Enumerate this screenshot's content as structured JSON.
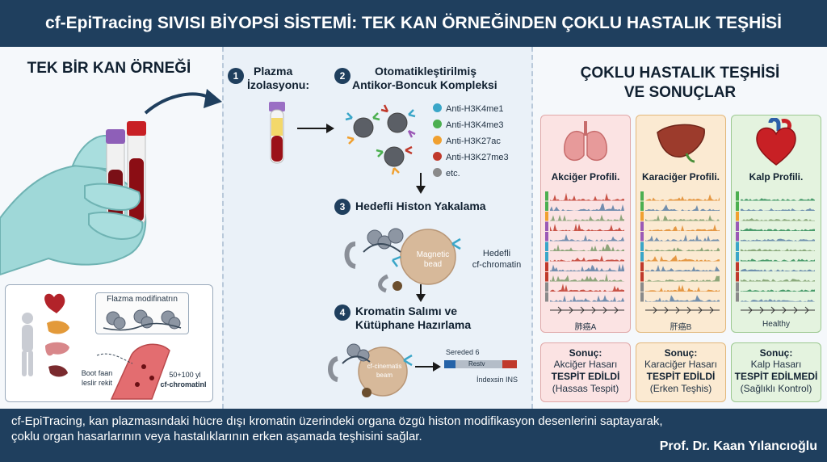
{
  "header": {
    "title": "cf-EpiTracing SIVISI BİYOPSİ SİSTEMİ: TEK KAN ÖRNEĞİNDEN ÇOKLU HASTALIK TEŞHİSİ"
  },
  "left": {
    "heading": "TEK BİR KAN ÖRNEĞİ",
    "inset": {
      "box_label": "Flazma modifinatrın",
      "left_caption": "Boot faan leslir rekit",
      "right_caption_1": "50+100 yl",
      "right_caption_2": "cf-chromatinl"
    }
  },
  "middle": {
    "step1": {
      "num": "1",
      "title_1": "Plazma",
      "title_2": "İzolasyonu:"
    },
    "step2": {
      "num": "2",
      "title_1": "Otomatikleştirilmiş",
      "title_2": "Antikor-Boncuk Kompleksi",
      "legend": [
        {
          "label": "Anti-H3K4me1",
          "color": "#3aa6c8"
        },
        {
          "label": "Anti-H3K4me3",
          "color": "#4caf50"
        },
        {
          "label": "Anti-H3K27ac",
          "color": "#f0a030"
        },
        {
          "label": "Anti-H3K27me3",
          "color": "#c0392b"
        },
        {
          "label": "etc.",
          "color": "#8a8a8a"
        }
      ]
    },
    "step3": {
      "num": "3",
      "title": "Hedefli Histon Yakalama",
      "bead_1": "Magnetic",
      "bead_2": "bead",
      "target_1": "Hedefli",
      "target_2": "cf-chromatin"
    },
    "step4": {
      "num": "4",
      "title_1": "Kromatin Salımı ve",
      "title_2": "Kütüphane Hazırlama",
      "bead_1": "cf-cinematis",
      "bead_2": "beam",
      "seq_top": "Sereded 6",
      "seq_mid": "Restv",
      "seq_bottom": "İndexsin INS"
    }
  },
  "right": {
    "heading_1": "ÇOKLU HASTALIK TEŞHİSİ",
    "heading_2": "VE SONUÇLAR",
    "profiles": [
      {
        "name": "Akciğer Profili.",
        "track_label": "肺癌A",
        "card_color": "#fbe3e3",
        "border_color": "#e0a8a8",
        "result": {
          "title": "Sonuç:",
          "line1": "Akciğer Hasarı",
          "line2": "TESPİT EDİLDİ",
          "line3": "(Hassas Tespit)"
        }
      },
      {
        "name": "Karaciğer Profili.",
        "track_label": "肝癌B",
        "card_color": "#fbead2",
        "border_color": "#e2b77a",
        "result": {
          "title": "Sonuç:",
          "line1": "Karaciğer Hasarı",
          "line2": "TESPİT EDİLDİ",
          "line3": "(Erken Teşhis)"
        }
      },
      {
        "name": "Kalp Profili.",
        "track_label": "Healthy",
        "card_color": "#e4f3df",
        "border_color": "#9cc890",
        "result": {
          "title": "Sonuç:",
          "line1": "Kalp Hasarı",
          "line2": "TESPİT EDİLMEDİ",
          "line3": "(Sağlıklı Kontrol)"
        }
      }
    ]
  },
  "footer": {
    "line1": "cf-EpiTracing, kan plazmasındaki hücre dışı kromatin üzerindeki organa özgü histon modifikasyon desenlerini saptayarak,",
    "line2": "çoklu organ hasarlarının veya hastalıklarının erken aşamada teşhisini sağlar.",
    "author": "Prof. Dr. Kaan Yılancıoğlu"
  }
}
